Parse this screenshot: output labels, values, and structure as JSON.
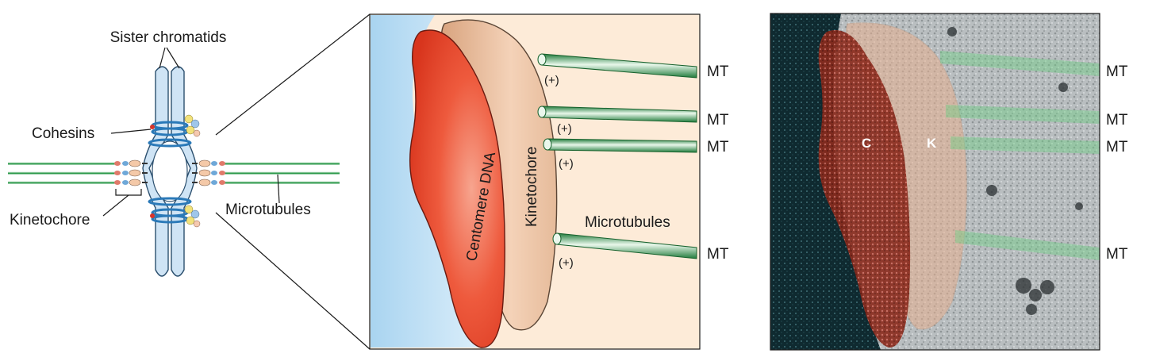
{
  "left_panel": {
    "sister_chromatids_label": "Sister chromatids",
    "cohesins_label": "Cohesins",
    "kinetochore_label": "Kinetochore",
    "microtubules_label": "Microtubules"
  },
  "middle_panel": {
    "centromere_label": "Centomere DNA",
    "kinetochore_label": "Kinetochore",
    "microtubules_label": "Microtubules",
    "plus_end_labels": [
      "(+)",
      "(+)",
      "(+)",
      "(+)"
    ],
    "mt_labels": [
      "MT",
      "MT",
      "MT",
      "MT"
    ]
  },
  "right_panel": {
    "c_label": "C",
    "k_label": "K",
    "mt_labels": [
      "MT",
      "MT",
      "MT",
      "MT"
    ]
  },
  "colors": {
    "chromatid_fill": "#cfe4f5",
    "cohesin_ring": "#2a79b8",
    "microtubule": "#2e9a4c",
    "centromere_red": "#e8402a",
    "kinetochore_tan": "#e8bd9c",
    "cytoplasm_peach": "#fdebd8",
    "nucleus_blue": "#b8dcf3"
  }
}
